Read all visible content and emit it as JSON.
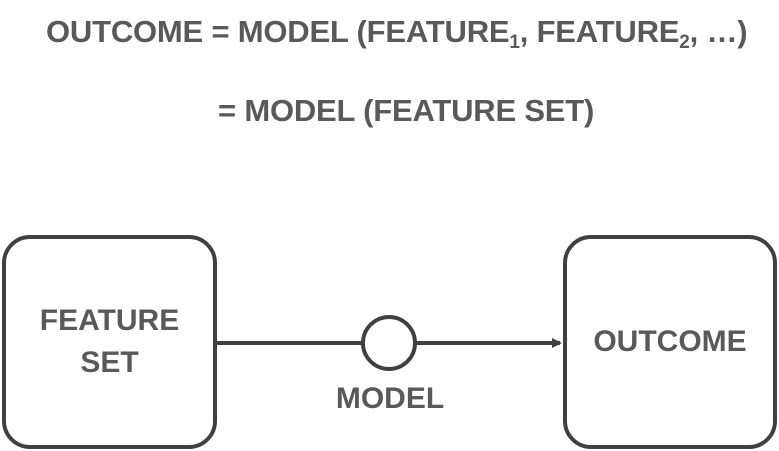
{
  "equation": {
    "line1_prefix": "OUTCOME = MODEL (FEATURE",
    "sub1": "1",
    "line1_mid": ", FEATURE",
    "sub2": "2",
    "line1_suffix": ", …)",
    "line2": "= MODEL (FEATURE SET)"
  },
  "diagram": {
    "input_box": {
      "line1": "FEATURE",
      "line2": "SET"
    },
    "model_label": "MODEL",
    "output_box": {
      "label": "OUTCOME"
    }
  },
  "colors": {
    "text": "#595959",
    "stroke": "#404040",
    "background": "#ffffff"
  }
}
